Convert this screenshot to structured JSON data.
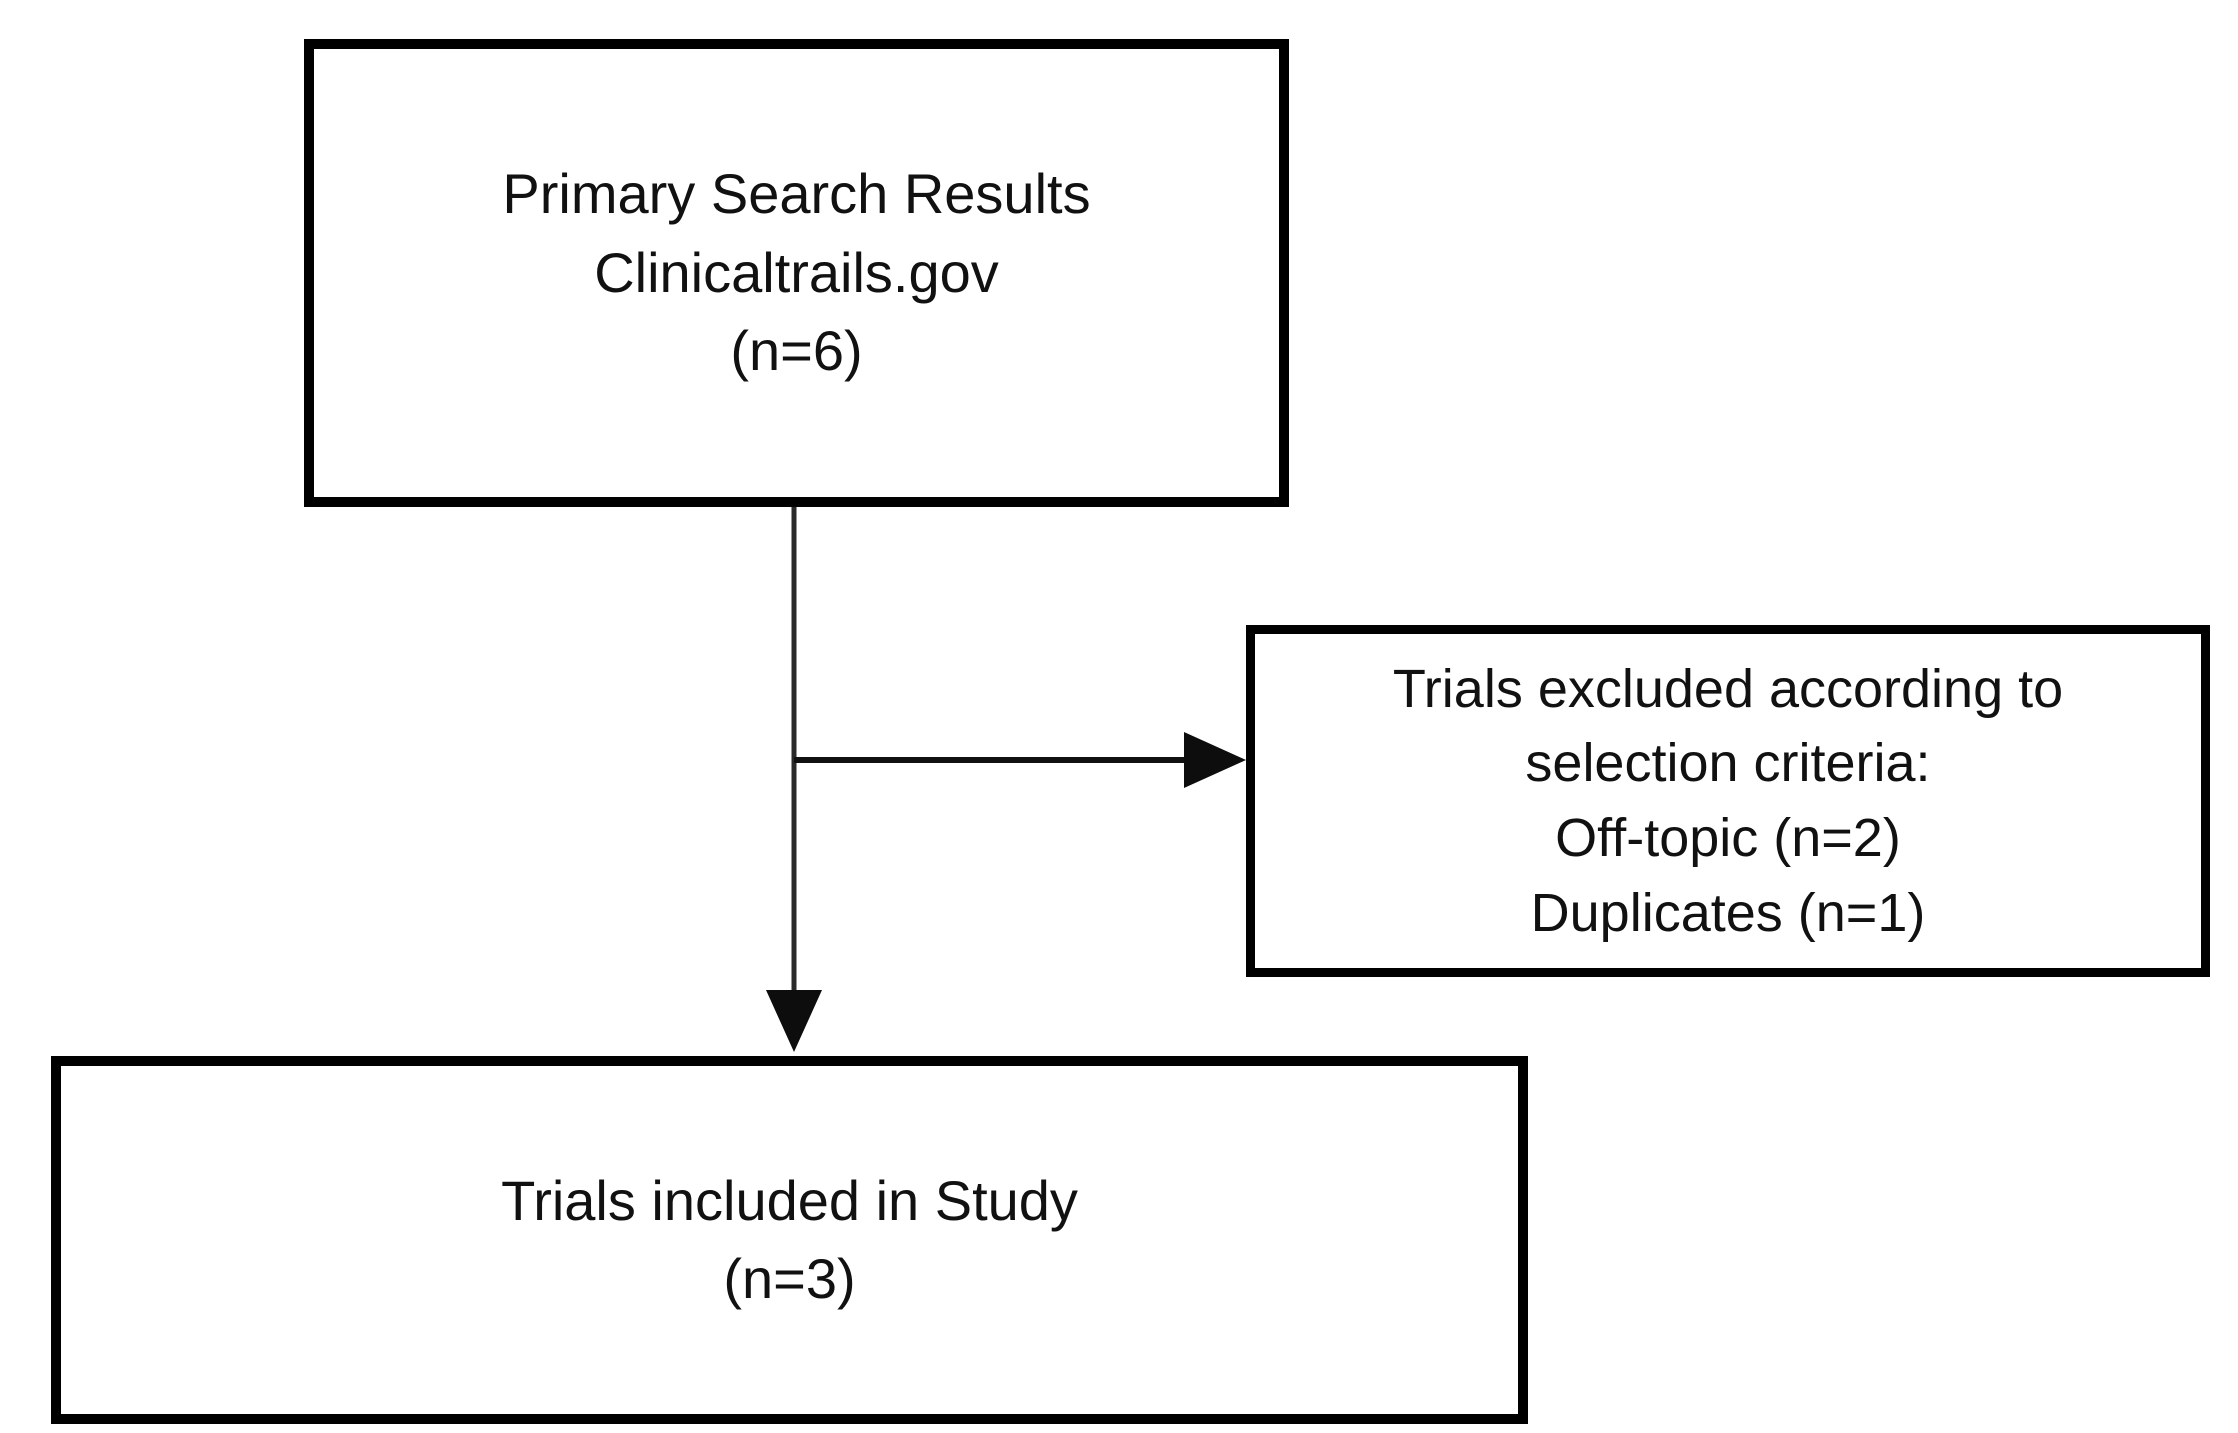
{
  "boxes": {
    "primary_search": {
      "lines": [
        "Primary Search Results",
        "Clinicaltrails.gov",
        "(n=6)"
      ]
    },
    "excluded": {
      "lines": [
        "Trials excluded according to",
        "selection criteria:",
        "Off-topic (n=2)",
        "Duplicates (n=1)"
      ]
    },
    "included": {
      "lines": [
        "Trials included in Study",
        "(n=3)"
      ]
    }
  },
  "colors": {
    "background": "#ffffff",
    "box_border": "#000000",
    "text": "#111111",
    "connector_line": "#2a2a2a",
    "arrowhead": "#0d0d0d"
  }
}
